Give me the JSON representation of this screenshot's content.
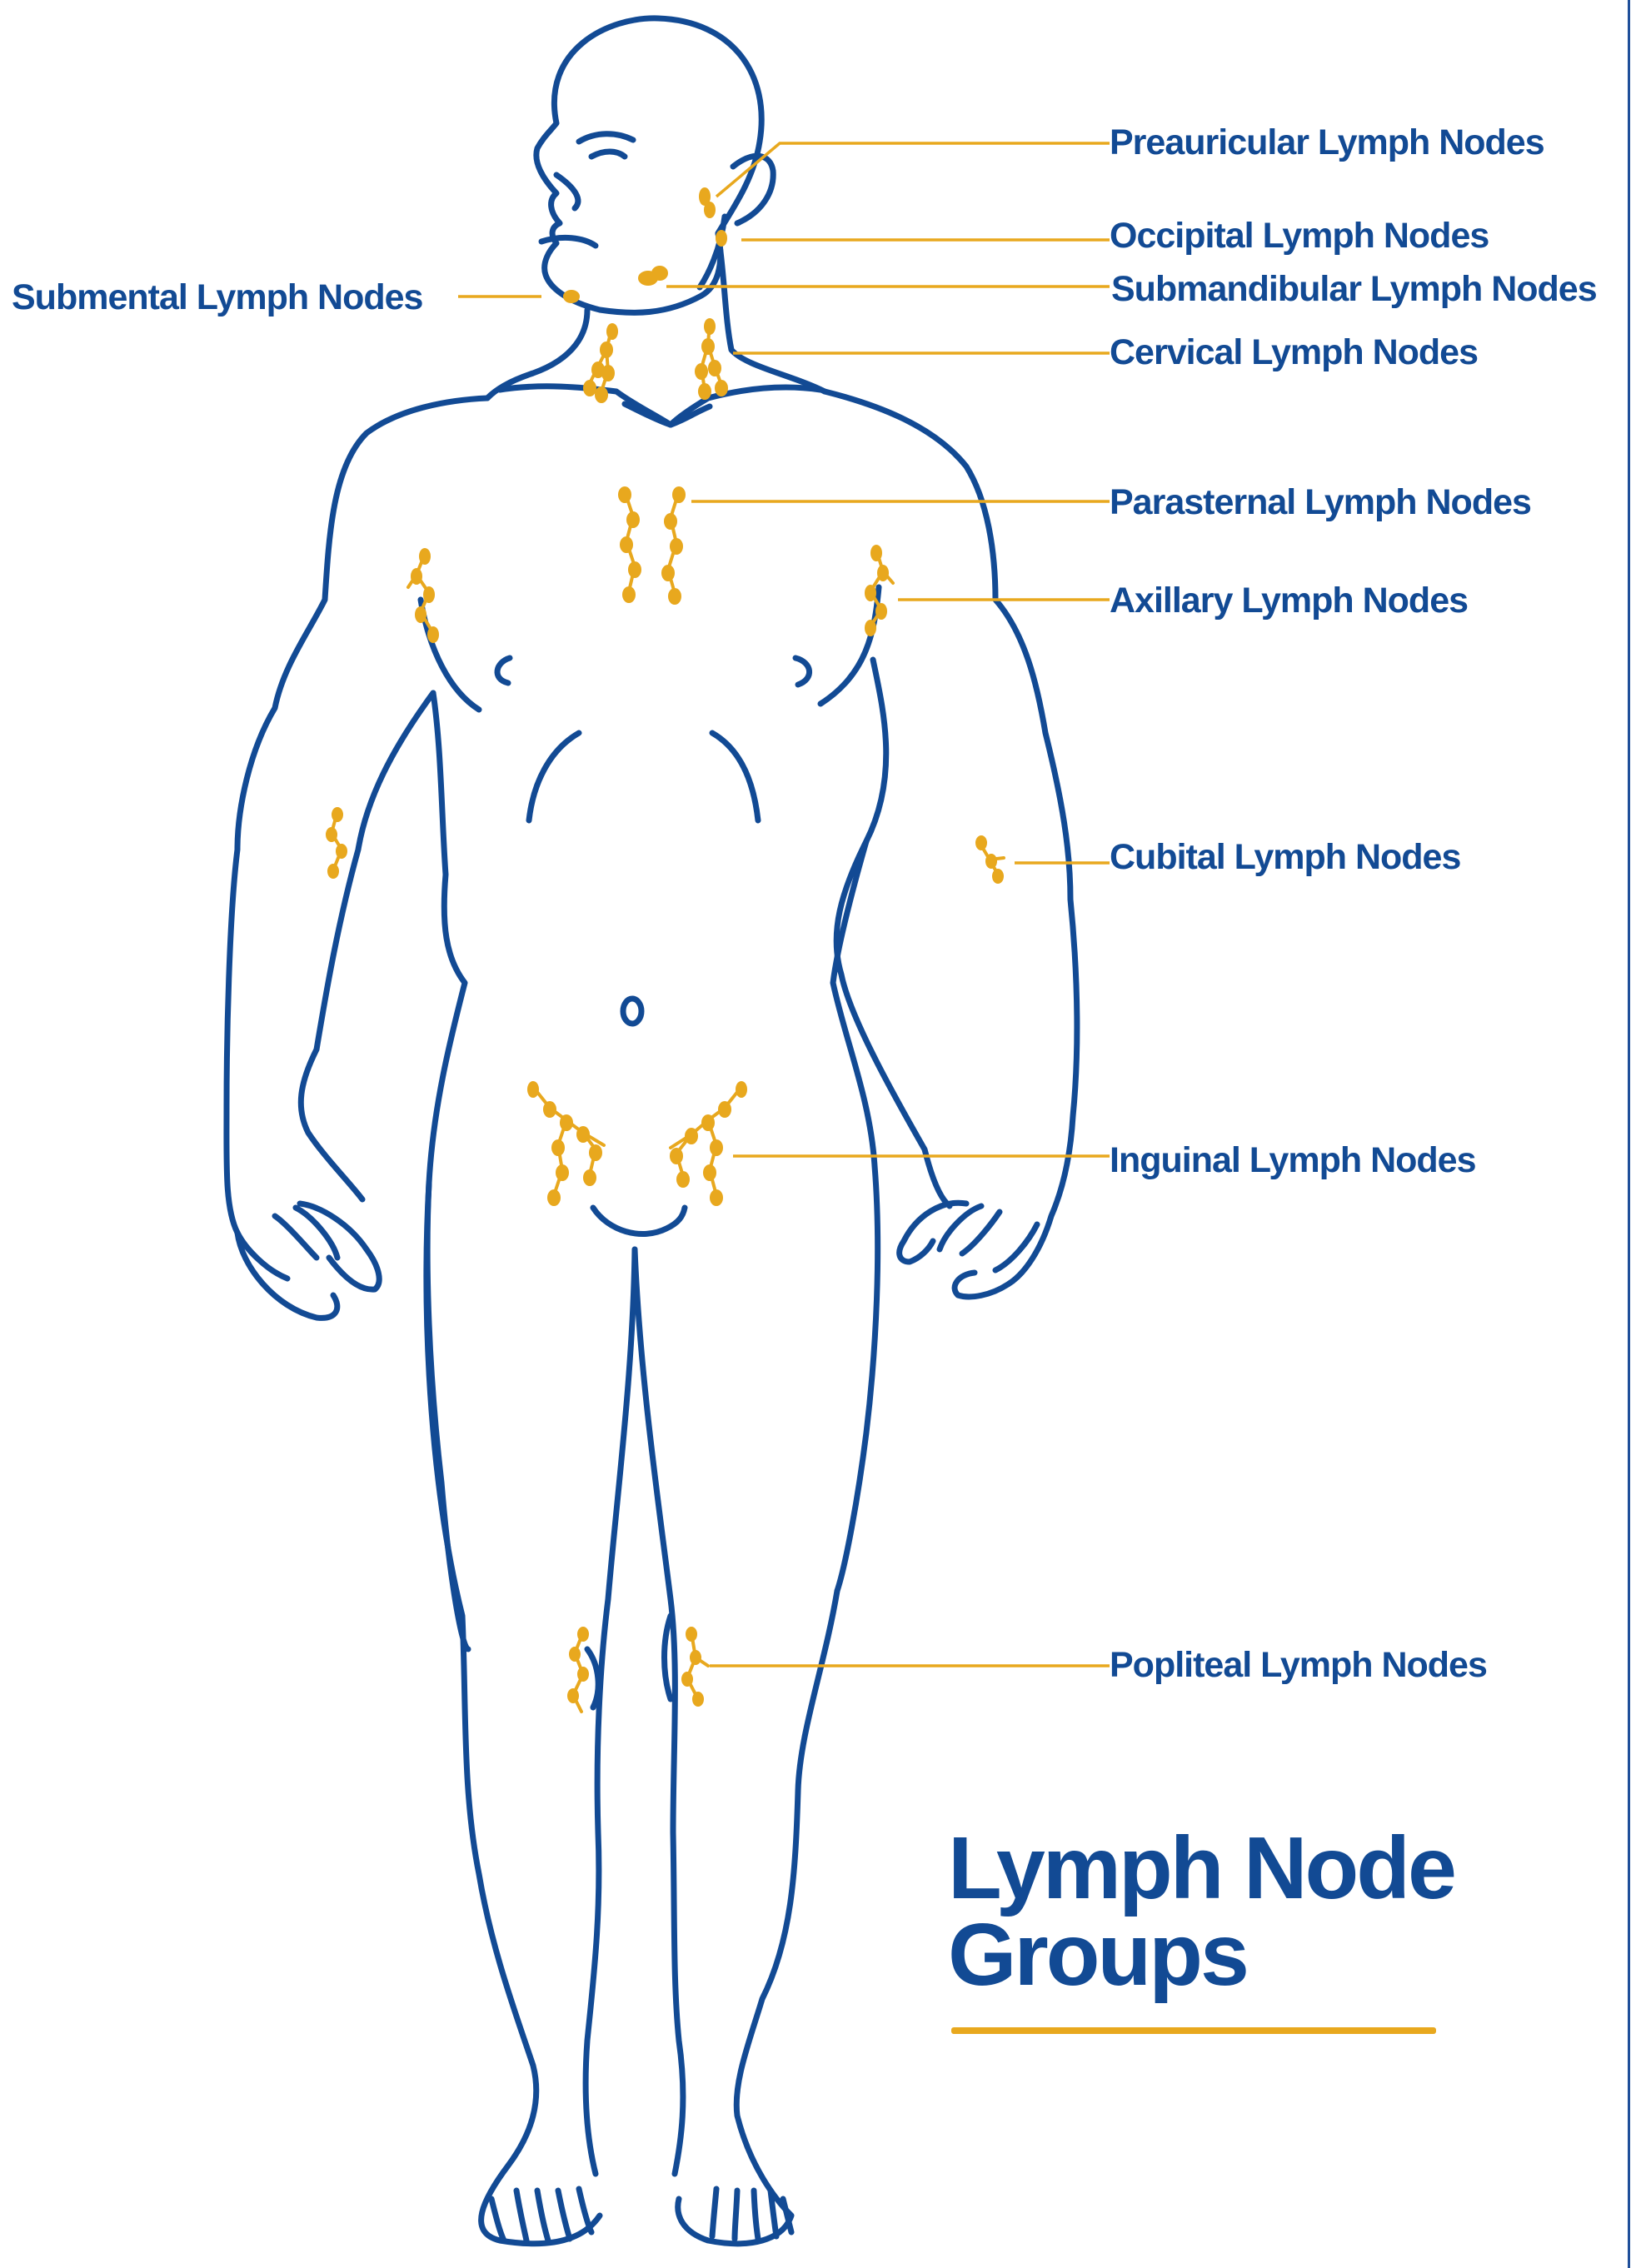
{
  "title": {
    "line1": "Lymph Node",
    "line2": "Groups"
  },
  "labels": {
    "preauricular": "Preauricular Lymph Nodes",
    "occipital": "Occipital Lymph Nodes",
    "submandibular": "Submandibular Lymph Nodes",
    "submental": "Submental Lymph Nodes",
    "cervical": "Cervical Lymph Nodes",
    "parasternal": "Parasternal Lymph Nodes",
    "axillary": "Axillary Lymph Nodes",
    "cubital": "Cubital Lymph Nodes",
    "inguinal": "Inguinal Lymph Nodes",
    "popliteal": "Popliteal Lymph Nodes"
  },
  "colors": {
    "outline": "#124a94",
    "node": "#e8a81e"
  }
}
